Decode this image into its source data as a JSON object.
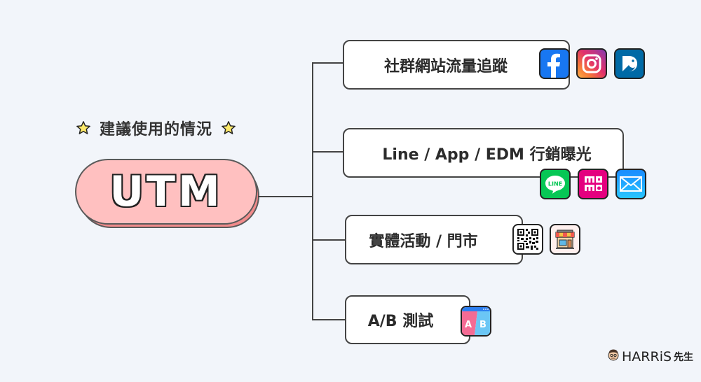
{
  "title": {
    "text": "建議使用的情況",
    "left_icon": "star-icon",
    "right_icon": "star-icon"
  },
  "root": {
    "label": "UTM",
    "fill": "#ffc0c0",
    "shadow": "#f28b8b"
  },
  "branches": [
    {
      "label": "社群網站流量追蹤",
      "icons": [
        "facebook-icon",
        "instagram-icon",
        "dcard-icon"
      ]
    },
    {
      "label": "Line / App / EDM 行銷曝光",
      "icons": [
        "line-icon",
        "momo-icon",
        "mail-icon"
      ]
    },
    {
      "label": "實體活動 / 門市",
      "icons": [
        "qr-code-icon",
        "store-icon"
      ]
    },
    {
      "label": "A/B 測試",
      "icons": [
        "ab-test-icon"
      ]
    }
  ],
  "ab_icon": {
    "a": "A",
    "b": "B"
  },
  "line_icon_text": "LINE",
  "brand": {
    "name": "HARRiS",
    "suffix": "先生",
    "icon": "avatar-icon"
  },
  "colors": {
    "background": "#f2f5fa",
    "connector": "#444444",
    "star": "#fde96a"
  }
}
